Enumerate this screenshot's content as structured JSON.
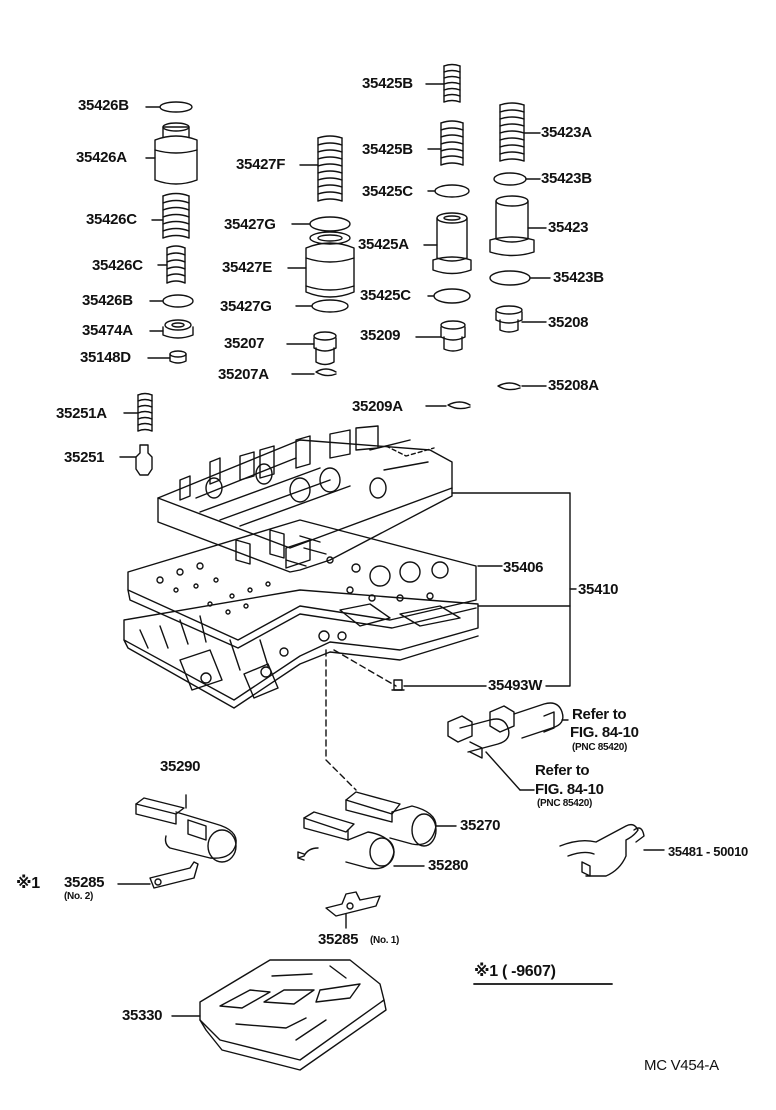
{
  "parts": {
    "p35426B_top": "35426B",
    "p35426A": "35426A",
    "p35426C_a": "35426C",
    "p35426C_b": "35426C",
    "p35426B_bot": "35426B",
    "p35474A": "35474A",
    "p35148D": "35148D",
    "p35251A": "35251A",
    "p35251": "35251",
    "p35427F": "35427F",
    "p35427G_a": "35427G",
    "p35427E": "35427E",
    "p35427G_b": "35427G",
    "p35207": "35207",
    "p35207A": "35207A",
    "p35425B_a": "35425B",
    "p35425B_b": "35425B",
    "p35425C_a": "35425C",
    "p35425A": "35425A",
    "p35425C_b": "35425C",
    "p35209": "35209",
    "p35209A": "35209A",
    "p35423A": "35423A",
    "p35423B_a": "35423B",
    "p35423": "35423",
    "p35423B_b": "35423B",
    "p35208": "35208",
    "p35208A": "35208A",
    "p35406": "35406",
    "p35410": "35410",
    "p35493W": "35493W",
    "p35290": "35290",
    "p35270": "35270",
    "p35280": "35280",
    "p35481": "35481 - 50010",
    "p35285_2": "35285",
    "p35285_2_note": "(No. 2)",
    "p35285_1": "35285",
    "p35285_1_note": "(No. 1)",
    "p35330": "35330"
  },
  "refs": {
    "ref1_line1": "Refer to",
    "ref1_line2": "FIG. 84-10",
    "ref1_pnc": "(PNC 85420)",
    "ref2_line1": "Refer to",
    "ref2_line2": "FIG. 84-10",
    "ref2_pnc": "(PNC 85420)"
  },
  "notes": {
    "mark_left": "※1",
    "mark_bottom": "※1 (        -9607)",
    "figure_code": "MC  V454-A"
  }
}
